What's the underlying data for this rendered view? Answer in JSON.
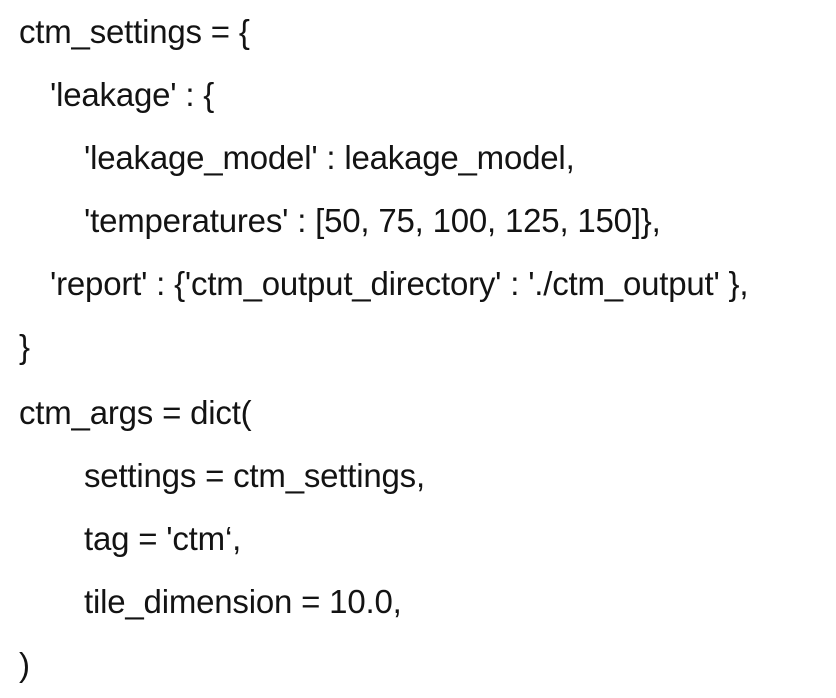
{
  "document": {
    "kind": "code-snippet",
    "language": "python",
    "background_color": "#ffffff",
    "text_color": "#131313"
  },
  "code": {
    "lines": [
      {
        "indent": 0,
        "text": "ctm_settings = {"
      },
      {
        "indent": 1,
        "text": "'leakage' : {"
      },
      {
        "indent": 2,
        "text": "'leakage_model' : leakage_model,"
      },
      {
        "indent": 2,
        "text": "'temperatures' : [50, 75, 100, 125, 150]},"
      },
      {
        "indent": 1,
        "text": "'report' : {'ctm_output_directory' : './ctm_output' },"
      },
      {
        "indent": 0,
        "text": "}"
      },
      {
        "indent": 0,
        "text": "ctm_args = dict("
      },
      {
        "indent": 3,
        "text": "settings = ctm_settings,"
      },
      {
        "indent": 3,
        "text": "tag = 'ctm‘,"
      },
      {
        "indent": 3,
        "text": "tile_dimension = 10.0,"
      },
      {
        "indent": 0,
        "text": ")"
      }
    ],
    "values": {
      "settings_variable": "ctm_settings",
      "args_variable": "ctm_args",
      "leakage_key": "leakage",
      "leakage_model_key": "leakage_model",
      "leakage_model_value": "leakage_model",
      "temperatures_key": "temperatures",
      "temperatures": [
        50,
        75,
        100,
        125,
        150
      ],
      "report_key": "report",
      "ctm_output_directory_key": "ctm_output_directory",
      "ctm_output_directory_value": "./ctm_output",
      "dict_call": "dict(",
      "settings_arg": "ctm_settings",
      "tag_arg": "ctm",
      "tile_dimension_arg": "10.0"
    }
  }
}
